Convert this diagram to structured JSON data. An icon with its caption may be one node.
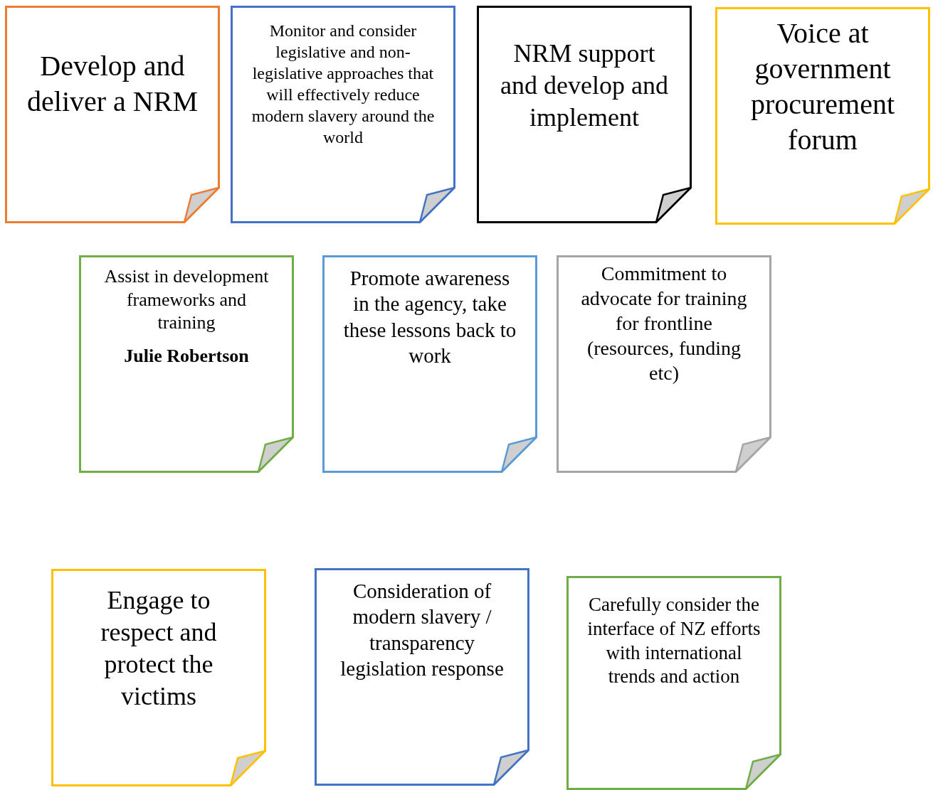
{
  "diagram": {
    "nodes": [
      {
        "text": [
          "Develop and deliver a NRM"
        ]
      },
      {
        "text": [
          "Monitor and consider legislative and non-legislative approaches that will effectively reduce modern slavery around the world"
        ]
      },
      {
        "text": [
          "NRM support and develop and implement"
        ]
      },
      {
        "text": [
          "Voice at government procurement forum"
        ]
      },
      {
        "text": [
          "Assist in development frameworks and training",
          "Julie Robertson"
        ]
      },
      {
        "text": [
          "Promote awareness in the agency, take these lessons back to work"
        ]
      },
      {
        "text": [
          "Commitment to advocate for training for frontline (resources, funding etc)"
        ]
      },
      {
        "text": [
          "Engage to respect and protect the victims"
        ]
      },
      {
        "text": [
          "Consideration of modern slavery / transparency legislation response"
        ]
      },
      {
        "text": [
          "Carefully consider the interface of NZ efforts with international trends and action"
        ]
      }
    ]
  }
}
